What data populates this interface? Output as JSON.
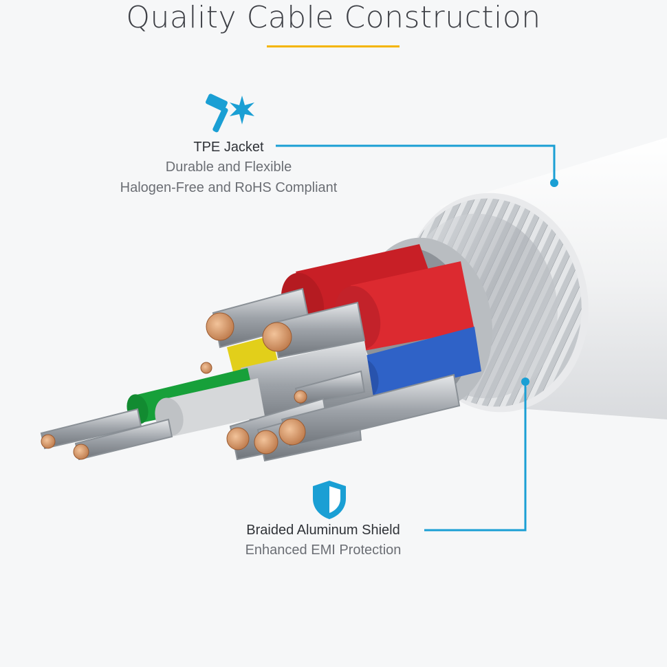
{
  "header": {
    "title": "Quality Cable Construction"
  },
  "callouts": {
    "jacket": {
      "icon": "hammer-star-icon",
      "title": "TPE Jacket",
      "lines": [
        "Durable and Flexible",
        "Halogen-Free and RoHS Compliant"
      ]
    },
    "shield": {
      "icon": "shield-icon",
      "title": "Braided Aluminum Shield",
      "lines": [
        "Enhanced EMI Protection"
      ]
    }
  },
  "colors": {
    "accent_gold": "#f4b400",
    "accent_blue": "#1a9fd4",
    "wire_red": "#d8252b",
    "wire_blue": "#2d5fc4",
    "wire_green": "#18a13a",
    "wire_yellow": "#e8d21b",
    "wire_gray": "#d4d6d8",
    "copper": "#d89a6a",
    "jacket_white": "#f2f3f4"
  }
}
